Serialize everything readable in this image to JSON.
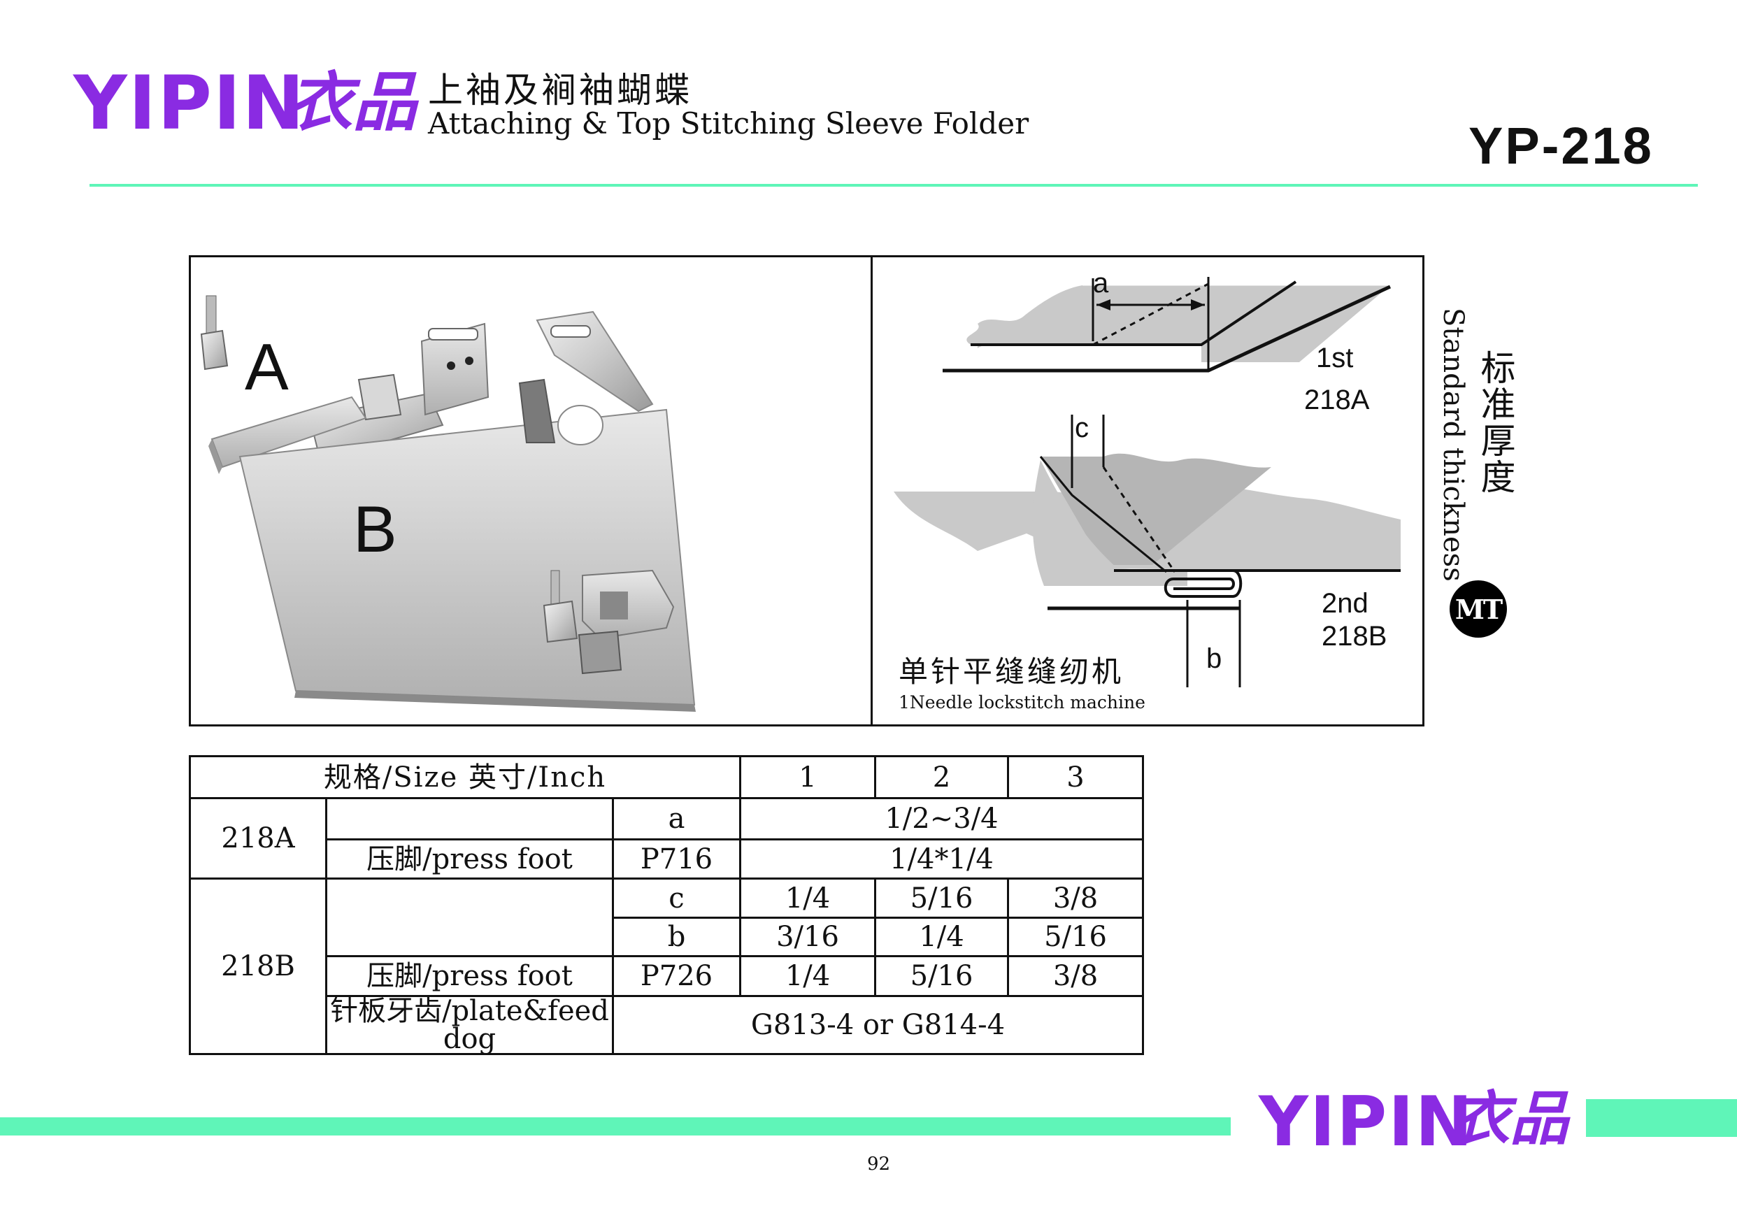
{
  "header": {
    "brand": "YIPIN",
    "brand_cn": "衣品",
    "title_cn": "上袖及裥袖蝴蝶",
    "title_en": "Attaching & Top Stitching Sleeve Folder",
    "model": "YP-218"
  },
  "figure": {
    "part_labels": [
      "A",
      "B"
    ],
    "diagram_labels": {
      "a": "a",
      "c": "c",
      "b": "b",
      "first": "1st",
      "first_model": "218A",
      "second": "2nd",
      "second_model": "218B"
    },
    "machine_cn": "单针平缝缝纫机",
    "machine_en": "1Needle lockstitch machine",
    "standard_en": "Standard thickness",
    "standard_cn": "标准厚度",
    "badge": "MT"
  },
  "table": {
    "header_label": "规格/Size    英寸/Inch",
    "columns": [
      "1",
      "2",
      "3"
    ],
    "row_218a": {
      "model": "218A",
      "a_label": "a",
      "a_value": "1/2~3/4",
      "foot_label": "压脚/press foot",
      "foot_code": "P716",
      "foot_value": "1/4*1/4"
    },
    "row_218b": {
      "model": "218B",
      "c_label": "c",
      "c_values": [
        "1/4",
        "5/16",
        "3/8"
      ],
      "b_label": "b",
      "b_values": [
        "3/16",
        "1/4",
        "5/16"
      ],
      "foot_label": "压脚/press foot",
      "foot_code": "P726",
      "foot_values": [
        "1/4",
        "5/16",
        "3/8"
      ],
      "plate_label": "针板牙齿/plate&feed dog",
      "plate_value": "G813-4 or G814-4"
    }
  },
  "footer": {
    "brand": "YIPIN",
    "brand_cn": "衣品",
    "page": "92"
  },
  "colors": {
    "brand": "#8a2be2",
    "rule": "#5ff5b8"
  }
}
